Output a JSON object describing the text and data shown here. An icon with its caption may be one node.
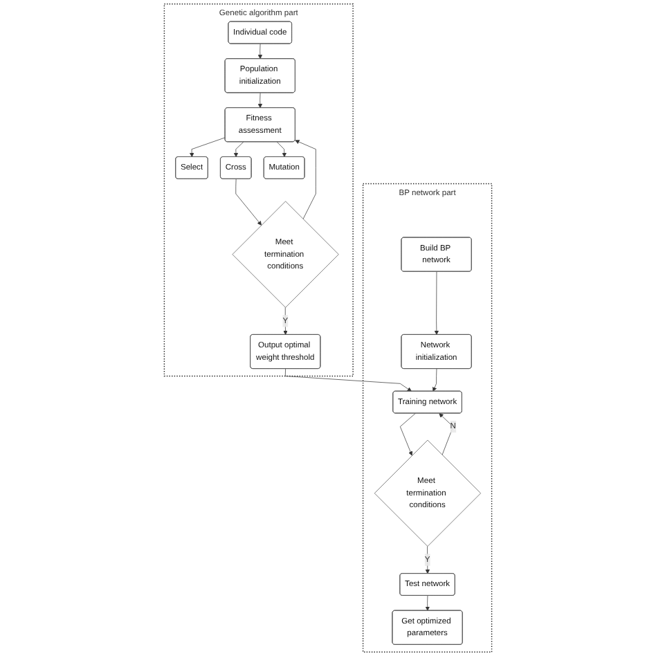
{
  "diagram": {
    "nodes": [
      {
        "text": [
          "Genetic algorithm part"
        ]
      },
      {
        "text": [
          "Individual code"
        ],
        "in": 0
      },
      {
        "text": [
          "Population initialization"
        ],
        "in": 0
      },
      {
        "text": [
          "Fitness assessment"
        ],
        "in": 0
      },
      {
        "text": [
          "Select"
        ],
        "in": 0
      },
      {
        "text": [
          "Cross"
        ],
        "in": 0
      },
      {
        "text": [
          "Mutation"
        ],
        "in": 0
      },
      {
        "text": [
          "Meet termination conditions"
        ],
        "in": 0
      },
      {
        "text": [
          "Output optimal weight threshold"
        ],
        "in": 0
      },
      {
        "text": [
          "BP network part"
        ]
      },
      {
        "text": [
          "Build BP network"
        ],
        "in": 9
      },
      {
        "text": [
          "Network initialization"
        ],
        "in": 9
      },
      {
        "text": [
          "Training network"
        ],
        "in": 9
      },
      {
        "text": [
          "Meet termination conditions"
        ],
        "in": 9
      },
      {
        "text": [
          "Test network"
        ],
        "in": 9
      },
      {
        "text": [
          "Get optimized parameters"
        ],
        "in": 9
      }
    ],
    "edges": [
      {
        "from": 1,
        "to": 2,
        "arrow": "to"
      },
      {
        "from": 2,
        "to": 3,
        "arrow": "to"
      },
      {
        "from": 3,
        "to": 4,
        "arrow": "to"
      },
      {
        "from": 3,
        "to": 5,
        "arrow": "to"
      },
      {
        "from": 3,
        "to": 6,
        "arrow": "to"
      },
      {
        "from": 5,
        "to": 7,
        "arrow": "to"
      },
      {
        "from": 7,
        "to": 3,
        "arrow": "to"
      },
      {
        "from": 7,
        "to": 8,
        "label": "Y",
        "arrow": "to"
      },
      {
        "from": 8,
        "to": 12,
        "arrow": "to"
      },
      {
        "from": 10,
        "to": 11,
        "arrow": "to"
      },
      {
        "from": 11,
        "to": 12,
        "arrow": "to"
      },
      {
        "from": 12,
        "to": 13,
        "arrow": "to"
      },
      {
        "from": 13,
        "to": 12,
        "label": "N",
        "arrow": "to"
      },
      {
        "from": 13,
        "to": 14,
        "label": "Y",
        "arrow": "to"
      },
      {
        "from": 14,
        "to": 15,
        "arrow": "to"
      }
    ]
  }
}
